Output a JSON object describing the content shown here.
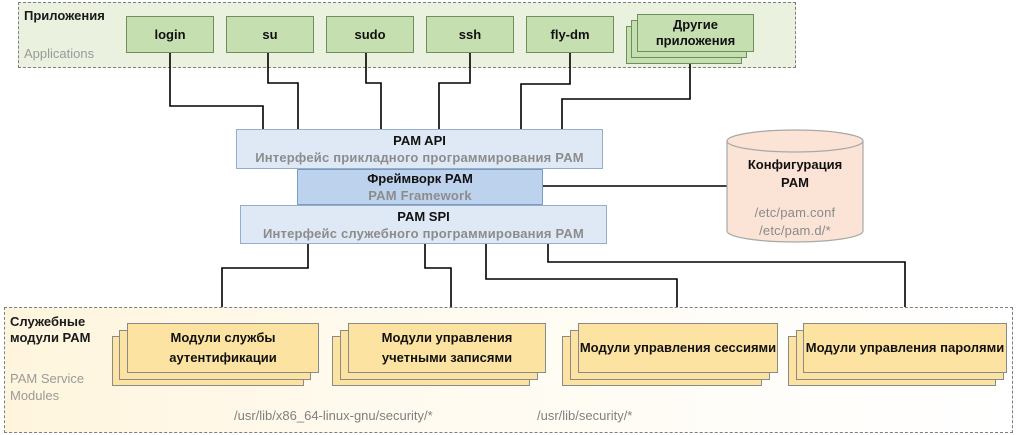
{
  "applications_group": {
    "title": "Приложения",
    "subtitle": "Applications"
  },
  "apps": [
    {
      "label": "login"
    },
    {
      "label": "su"
    },
    {
      "label": "sudo"
    },
    {
      "label": "ssh"
    },
    {
      "label": "fly-dm"
    },
    {
      "label": "Другие приложения"
    }
  ],
  "pam_api": {
    "title": "PAM API",
    "subtitle": "Интерфейс прикладного программирования PAM"
  },
  "framework": {
    "title": "Фреймворк PAM",
    "subtitle": "PAM Framework"
  },
  "pam_spi": {
    "title": "PAM SPI",
    "subtitle": "Интерфейс служебного программирования PAM"
  },
  "config": {
    "title": "Конфигурация PAM",
    "paths": [
      "/etc/pam.conf",
      "/etc/pam.d/*"
    ]
  },
  "modules_group": {
    "title": "Служебные модули PAM",
    "subtitle": "PAM Service Modules"
  },
  "modules": [
    {
      "label": "Модули службы аутентификации"
    },
    {
      "label": "Модули управления учетными записями"
    },
    {
      "label": "Модули управления сессиями"
    },
    {
      "label": "Модули управления паролями"
    }
  ],
  "module_paths": [
    "/usr/lib/x86_64-linux-gnu/security/*",
    "/usr/lib/security/*"
  ],
  "colors": {
    "app_fill": "#c6dfb1",
    "api_fill": "#dfe9f6",
    "framework_fill": "#bdd3ed",
    "module_fill": "#fde3a1",
    "config_fill": "#fbe4d5"
  }
}
